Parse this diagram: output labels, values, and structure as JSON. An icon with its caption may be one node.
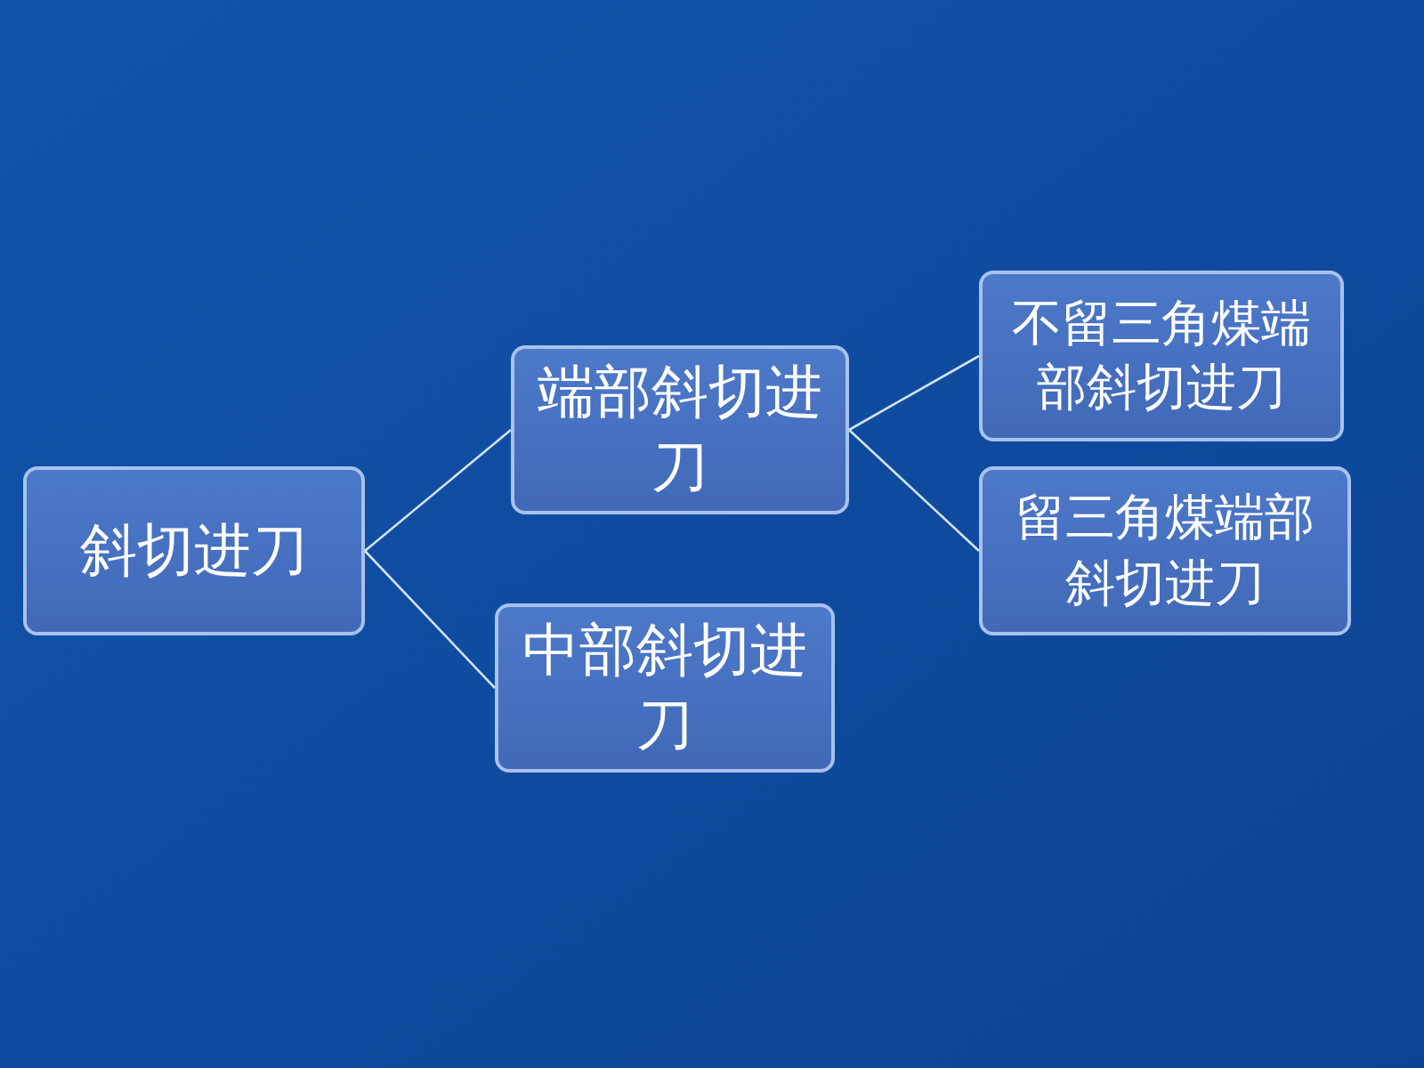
{
  "diagram": {
    "nodes": [
      {
        "text": [
          "斜切进刀"
        ]
      },
      {
        "text": [
          "端部斜切进刀"
        ]
      },
      {
        "text": [
          "中部斜切进刀"
        ]
      },
      {
        "text": [
          "不留三角煤端部斜切进刀"
        ]
      },
      {
        "text": [
          "留三角煤端部斜切进刀"
        ]
      }
    ],
    "edges": [
      {
        "from": 0,
        "to": 1,
        "arrow": "none"
      },
      {
        "from": 0,
        "to": 2,
        "arrow": "none"
      },
      {
        "from": 1,
        "to": 3,
        "arrow": "none"
      },
      {
        "from": 1,
        "to": 4,
        "arrow": "none"
      }
    ]
  }
}
